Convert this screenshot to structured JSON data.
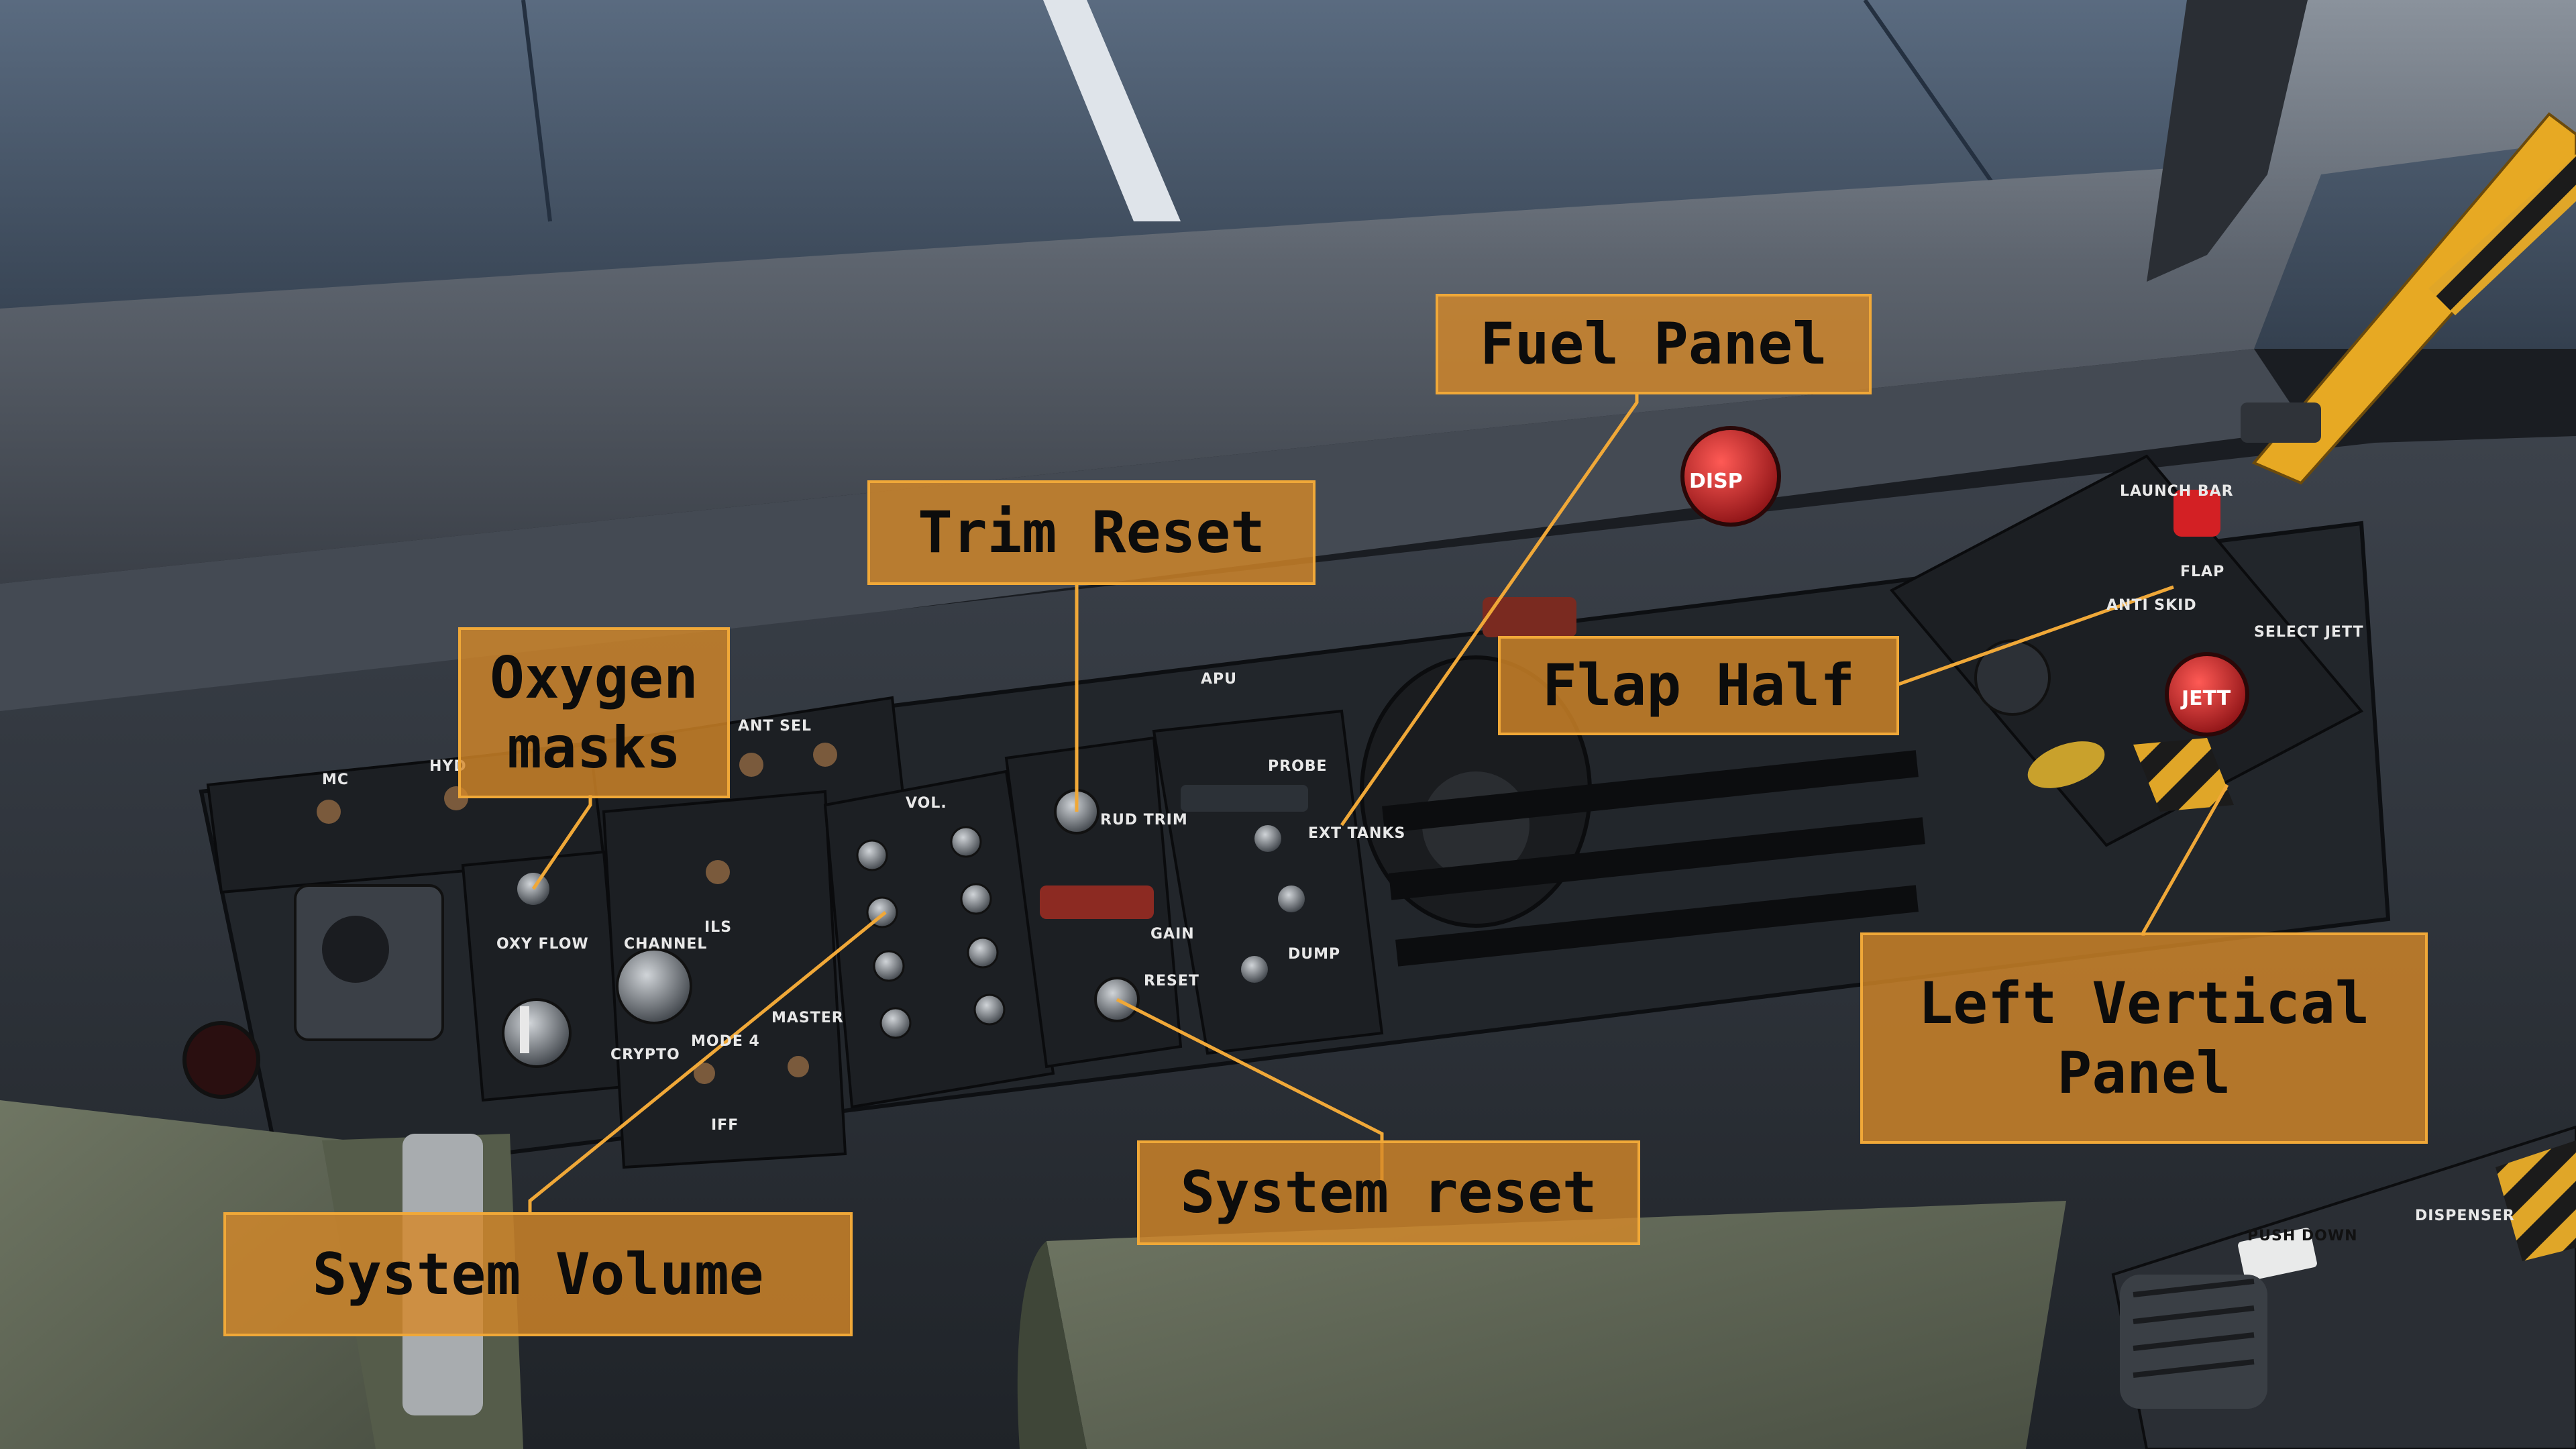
{
  "callouts": {
    "fuel_panel": "Fuel Panel",
    "trim_reset": "Trim Reset",
    "oxygen_masks": "Oxygen\nmasks",
    "flap_half": "Flap Half",
    "left_vertical_panel": "Left Vertical\nPanel",
    "system_reset": "System reset",
    "system_volume": "System Volume"
  },
  "panel_labels": {
    "vol": "VOL.",
    "ils": "ILS",
    "iff": "IFF",
    "channel": "CHANNEL",
    "oxy_flow": "OXY FLOW",
    "ant_sel": "ANT SEL",
    "disp": "DISP",
    "jett": "JETT",
    "select_jett": "SELECT JETT",
    "ext_tanks": "EXT TANKS",
    "reset": "RESET",
    "gain": "GAIN",
    "rud_trim": "RUD TRIM",
    "launch_bar": "LAUNCH BAR",
    "flap": "FLAP",
    "anti_skid": "ANTI SKID",
    "dump": "DUMP",
    "master": "MASTER",
    "crypto": "CRYPTO",
    "mode4": "MODE 4",
    "dispenser": "DISPENSER",
    "push_down": "PUSH DOWN",
    "hyd": "HYD",
    "mc": "MC",
    "probe": "PROBE",
    "apu": "APU"
  },
  "colors": {
    "callout_fill": "#d68828",
    "callout_border": "#f0a838",
    "panel": "#1e2126",
    "disp_button": "#c8262a",
    "jett_button": "#c8262a",
    "launch_bar_handle": "#e7a923"
  }
}
